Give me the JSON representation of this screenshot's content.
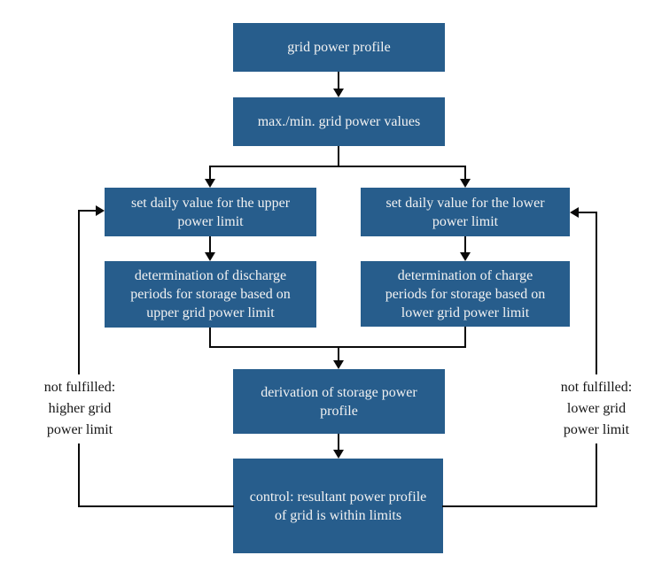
{
  "diagram": {
    "type": "flowchart",
    "colors": {
      "node_fill": "#275d8c",
      "node_text": "#f2f2f2",
      "connector": "#0a0a0a",
      "background": "#ffffff"
    },
    "nodes": [
      {
        "id": "grid-power-profile",
        "label": "grid power profile"
      },
      {
        "id": "max-min-grid-power-values",
        "label": "max./min. grid power values"
      },
      {
        "id": "set-daily-upper-limit",
        "label": "set daily value for the upper\npower limit"
      },
      {
        "id": "set-daily-lower-limit",
        "label": "set daily value for the lower\npower limit"
      },
      {
        "id": "discharge-periods",
        "label": "determination of discharge\nperiods for storage based on\nupper grid power limit"
      },
      {
        "id": "charge-periods",
        "label": "determination of charge\nperiods for storage based on\nlower grid power limit"
      },
      {
        "id": "derivation-storage-power-profile",
        "label": "derivation of storage power\nprofile"
      },
      {
        "id": "control-within-limits",
        "label": "control: resultant power profile\nof grid is within limits"
      }
    ],
    "feedback": {
      "left": {
        "text": "not fulfilled:\nhigher grid\npower limit"
      },
      "right": {
        "text": "not fulfilled:\nlower grid\npower limit"
      }
    }
  }
}
